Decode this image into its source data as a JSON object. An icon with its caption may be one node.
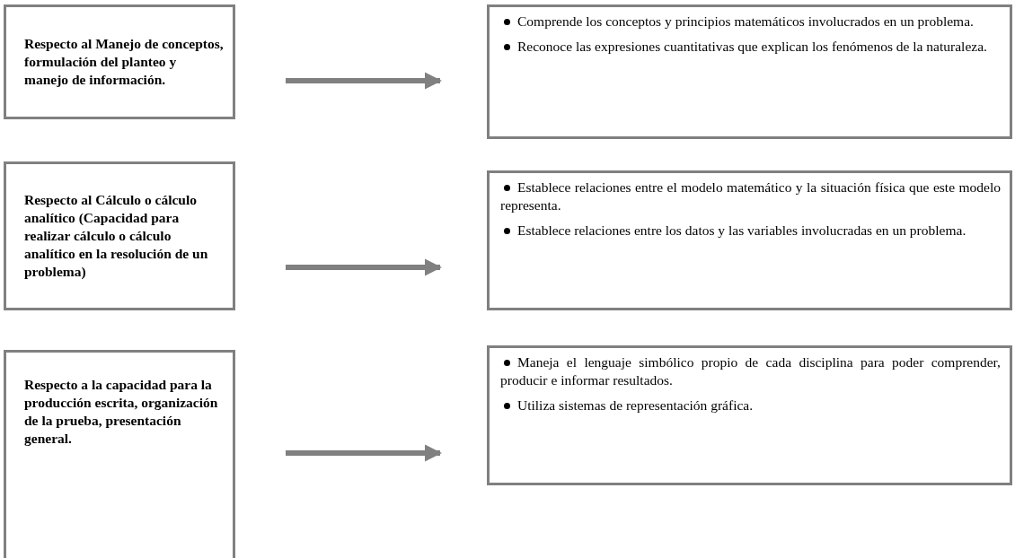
{
  "diagram": {
    "nodes": [
      {
        "text": [
          "Respecto al Manejo de conceptos, formulación del planteo y manejo de información."
        ]
      },
      {
        "text": [
          "Comprende los conceptos y principios matemáticos involucrados en un problema.",
          "Reconoce las expresiones cuantitativas que explican los fenómenos de la naturaleza."
        ]
      },
      {
        "text": [
          "Respecto al Cálculo o cálculo analítico (Capacidad para realizar cálculo o cálculo analítico en la resolución de un problema)"
        ]
      },
      {
        "text": [
          "Establece relaciones entre el modelo matemático y la situación física que este modelo representa.",
          "Establece relaciones entre los datos y las variables involucradas en un problema."
        ]
      },
      {
        "text": [
          "Respecto a la capacidad para la producción escrita, organización de la prueba, presentación general."
        ]
      },
      {
        "text": [
          "Maneja el lenguaje simbólico propio de cada disciplina para poder comprender, producir e informar resultados.",
          "Utiliza sistemas de representación gráfica."
        ]
      }
    ],
    "edges": [
      {
        "from": 0,
        "to": 1,
        "arrow": "to"
      },
      {
        "from": 2,
        "to": 3,
        "arrow": "to"
      },
      {
        "from": 4,
        "to": 5,
        "arrow": "to"
      }
    ]
  }
}
